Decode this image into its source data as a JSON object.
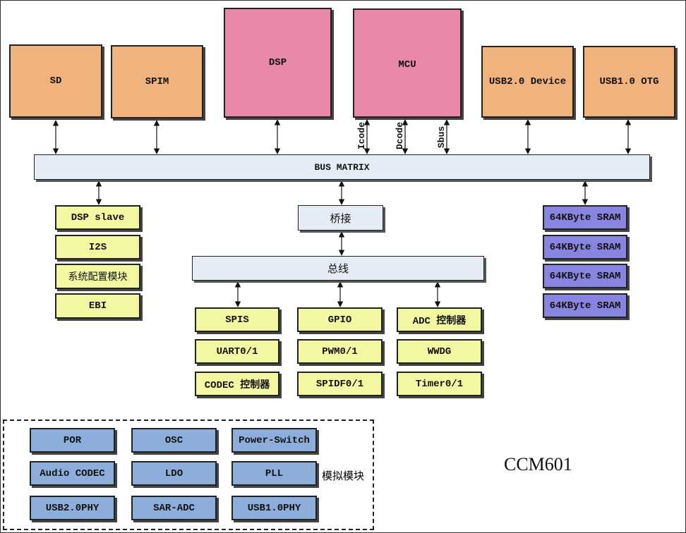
{
  "top": {
    "sd": "SD",
    "spim": "SPIM",
    "dsp": "DSP",
    "mcu": "MCU",
    "usb2_device": "USB2.0 Device",
    "usb1_otg": "USB1.0 OTG"
  },
  "mcu_ports": {
    "icode": "Icode",
    "dcode": "Dcode",
    "sbus": "Sbus"
  },
  "bus_matrix": "BUS MATRIX",
  "left_stack": [
    "DSP slave",
    "I2S",
    "系统配置模块",
    "EBI"
  ],
  "bridge": "桥接",
  "bus": "总线",
  "sram": [
    "64KByte SRAM",
    "64KByte SRAM",
    "64KByte SRAM",
    "64KByte SRAM"
  ],
  "periph": {
    "col1": [
      "SPIS",
      "UART0/1",
      "CODEC 控制器"
    ],
    "col2": [
      "GPIO",
      "PWM0/1",
      "SPIDF0/1"
    ],
    "col3": [
      "ADC 控制器",
      "WWDG",
      "Timer0/1"
    ]
  },
  "analog": {
    "row1": [
      "POR",
      "OSC",
      "Power-Switch"
    ],
    "row2": [
      "Audio CODEC",
      "LDO",
      "PLL"
    ],
    "row3": [
      "USB2.0PHY",
      "SAR-ADC",
      "USB1.0PHY"
    ],
    "label": "模拟模块"
  },
  "chip_name": "CCM601",
  "colors": {
    "orange": "#f0b37e",
    "pink": "#e889a9",
    "bus": "#e6ecf6",
    "yellow": "#f2f7a1",
    "purple": "#8885e0",
    "blue": "#8daedb"
  }
}
